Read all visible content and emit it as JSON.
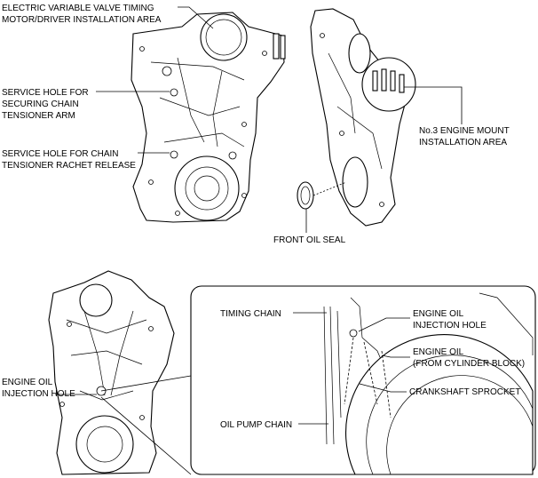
{
  "labels": {
    "evvt_line1": "ELECTRIC VARIABLE VALVE TIMING",
    "evvt_line2": "MOTOR/DRIVER INSTALLATION AREA",
    "svc_arm_line1": "SERVICE HOLE FOR",
    "svc_arm_line2": "SECURING CHAIN",
    "svc_arm_line3": "TENSIONER ARM",
    "svc_rachet_line1": "SERVICE HOLE FOR CHAIN",
    "svc_rachet_line2": "TENSIONER RACHET RELEASE",
    "mount_line1": "No.3 ENGINE MOUNT",
    "mount_line2": "INSTALLATION AREA",
    "front_oil_seal": "FRONT OIL SEAL",
    "injection_left_line1": "ENGINE OIL",
    "injection_left_line2": "INJECTION HOLE",
    "timing_chain": "TIMING CHAIN",
    "injection_right_line1": "ENGINE OIL",
    "injection_right_line2": "INJECTION HOLE",
    "engine_oil_line1": "ENGINE OIL",
    "engine_oil_line2": "(FROM CYLINDER BLOCK)",
    "crankshaft_sprocket": "CRANKSHAFT SPROCKET",
    "oil_pump_chain": "OIL PUMP CHAIN"
  }
}
